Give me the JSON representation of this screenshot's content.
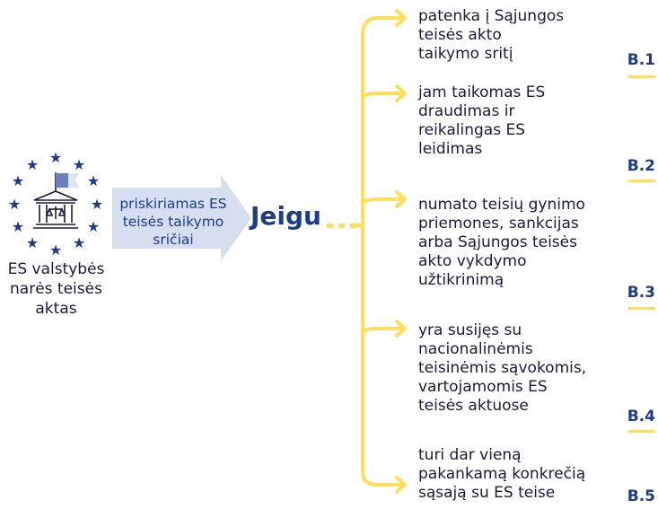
{
  "colors": {
    "navy": "#1e3a8a",
    "text": "#1a1a3a",
    "yellow": "#ffde59",
    "arrow_fill": "#d6dff0",
    "flag_bg": "#dfe3f5"
  },
  "left": {
    "icon": "eu-stars-courthouse-icon",
    "caption": "ES valstybės\nnarės teisės\naktas"
  },
  "arrow": {
    "icon": "right-arrow-shape",
    "text": "priskiriamas ES\nteisės taikymo\nsričiai"
  },
  "jeigu": {
    "label": "Jeigu",
    "dots": "..."
  },
  "branches": [
    {
      "text": "patenka į Sąjungos\nteisės akto\ntaikymo sritį",
      "code": "B.1"
    },
    {
      "text": "jam taikomas ES\ndraudimas ir\nreikalingas ES\nleidimas",
      "code": "B.2"
    },
    {
      "text": "numato teisių gynimo\npriemones, sankcijas\narba Sąjungos teisės\nakto vykdymo\nužtikrinimą",
      "code": "B.3"
    },
    {
      "text": "yra susijęs su\nnacionalinėmis\nteisinėmis sąvokomis,\nvartojamomis ES\nteisės aktuose",
      "code": "B.4"
    },
    {
      "text": "turi dar vieną\npakankamą konkrečią\nsąsają su ES teise",
      "code": "B.5"
    }
  ]
}
